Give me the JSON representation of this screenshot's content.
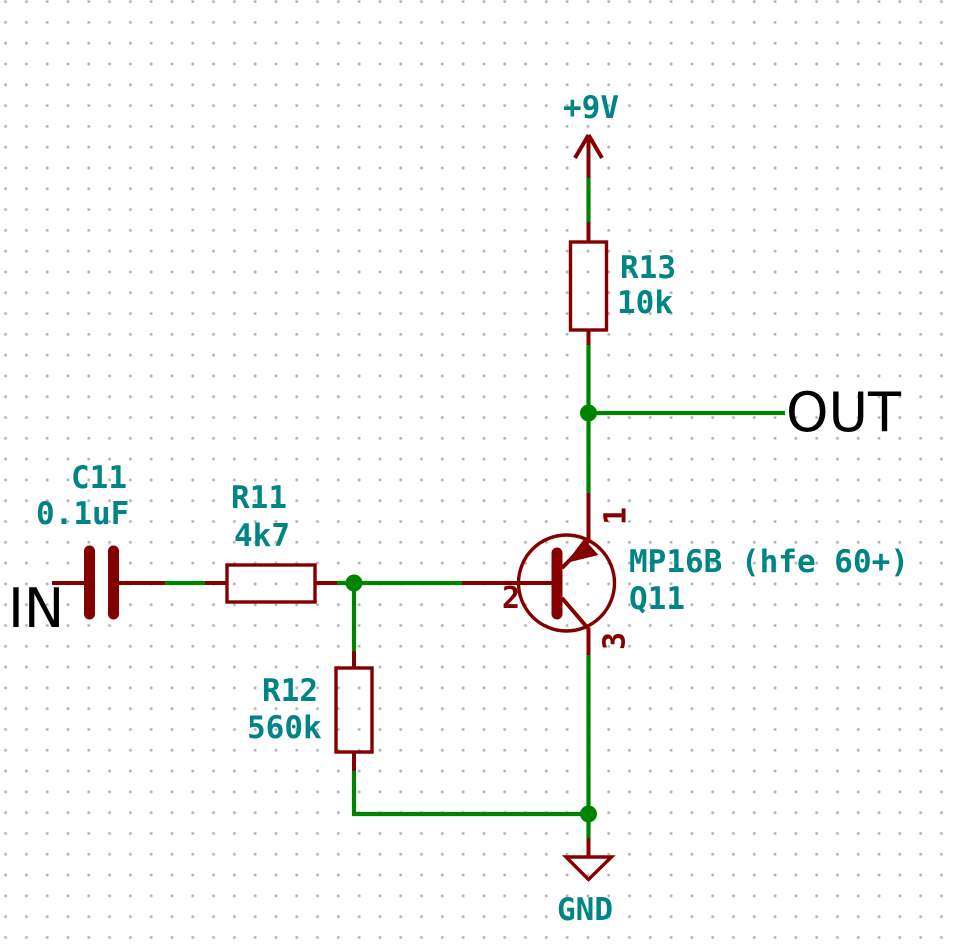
{
  "schematic": {
    "power_net": "+9V",
    "ground_net": "GND",
    "input_net": "IN",
    "output_net": "OUT",
    "components": {
      "c11": {
        "reference": "C11",
        "value": "0.1uF"
      },
      "r11": {
        "reference": "R11",
        "value": "4k7"
      },
      "r12": {
        "reference": "R12",
        "value": "560k"
      },
      "r13": {
        "reference": "R13",
        "value": "10k"
      },
      "q11": {
        "reference": "Q11",
        "value": "MP16B (hfe 60+)",
        "pin1": "1",
        "pin2": "2",
        "pin3": "3"
      }
    },
    "colors": {
      "wire": "#008400",
      "symbol": "#840000",
      "field_text": "#008484",
      "net_label": "#000000",
      "grid_dot": "#b4b4b4",
      "background": "#ffffff"
    }
  }
}
